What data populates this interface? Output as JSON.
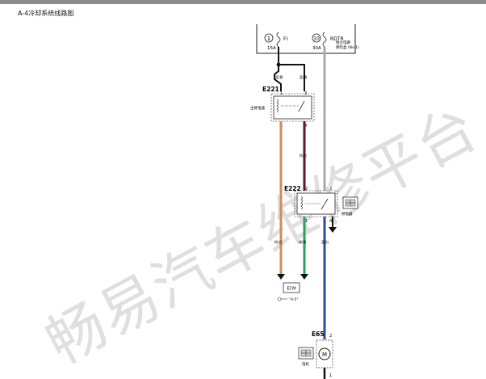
{
  "page": {
    "title": "A-4冷却系统线路图"
  },
  "fusebox": {
    "fuse1": {
      "num": "1",
      "name": "FI",
      "rating": "15A"
    },
    "fuse2": {
      "num": "10",
      "name": "RDTR",
      "rating": "30A"
    },
    "label_line1": "独立电路",
    "label_line2": "保险盒 (No.1)"
  },
  "relay_main": {
    "id": "E221",
    "name": "主继电器",
    "pins": [
      "1",
      "3",
      "2",
      "4"
    ]
  },
  "relay_fan": {
    "id": "E222",
    "name": "继电器",
    "pins": [
      "2",
      "3",
      "1",
      "4"
    ]
  },
  "motor": {
    "id": "E65",
    "name": "电机",
    "pin_top": "2",
    "pin_bottom": "1",
    "symbol": "M"
  },
  "ecm": {
    "label": "ECM",
    "ref": "\"A-5\""
  },
  "wire_labels": {
    "top_left": "蓝/黄",
    "top_right": "蓝/黄",
    "brown_red": "棕/红",
    "orange": "棕/白",
    "green": "绿/橙",
    "blue": "蓝/红"
  },
  "watermark": "畅易汽车维修平台",
  "colors": {
    "wire_gray": "#a9a9a9",
    "wire_orange": "#d38b55",
    "wire_maroon": "#5e1626",
    "wire_green": "#25a35a",
    "wire_blue": "#2f4b9a",
    "ground": "#1a1a1a",
    "watermark": "#d4d4d4"
  }
}
